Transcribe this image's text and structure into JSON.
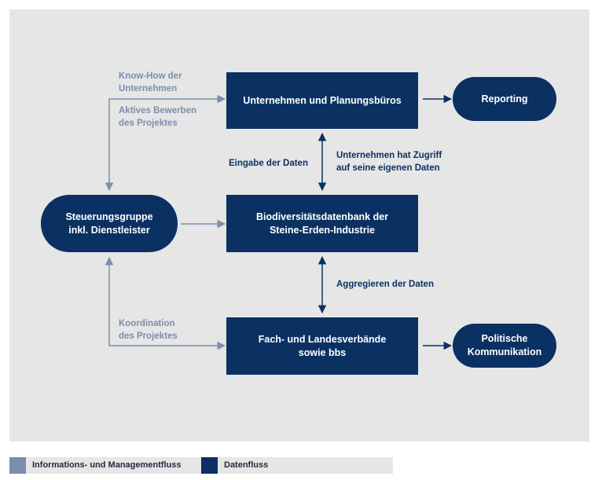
{
  "nodes": {
    "unternehmen": "Unternehmen und Planungsbüros",
    "reporting": "Reporting",
    "steuerungsgruppe": "Steuerungsgruppe\ninkl. Dienstleister",
    "datenbank": "Biodiversitätsdatenbank der\nSteine-Erden-Industrie",
    "verbaende": "Fach- und Landesverbände\nsowie bbs",
    "politische": "Politische\nKommunikation"
  },
  "labels": {
    "knowhow": "Know-How der\nUnternehmen",
    "bewerben": "Aktives Bewerben\ndes Projektes",
    "eingabe": "Eingabe der Daten",
    "zugriff": "Unternehmen hat Zugriff\nauf seine eigenen Daten",
    "aggregieren": "Aggregieren der Daten",
    "koordination": "Koordination\ndes Projektes"
  },
  "legend": {
    "info_label": "Informations- und Managementfluss",
    "data_label": "Datenfluss"
  },
  "colors": {
    "data_flow": "#0b3163",
    "info_flow": "#7c8eab",
    "panel": "#e6e6e6"
  }
}
